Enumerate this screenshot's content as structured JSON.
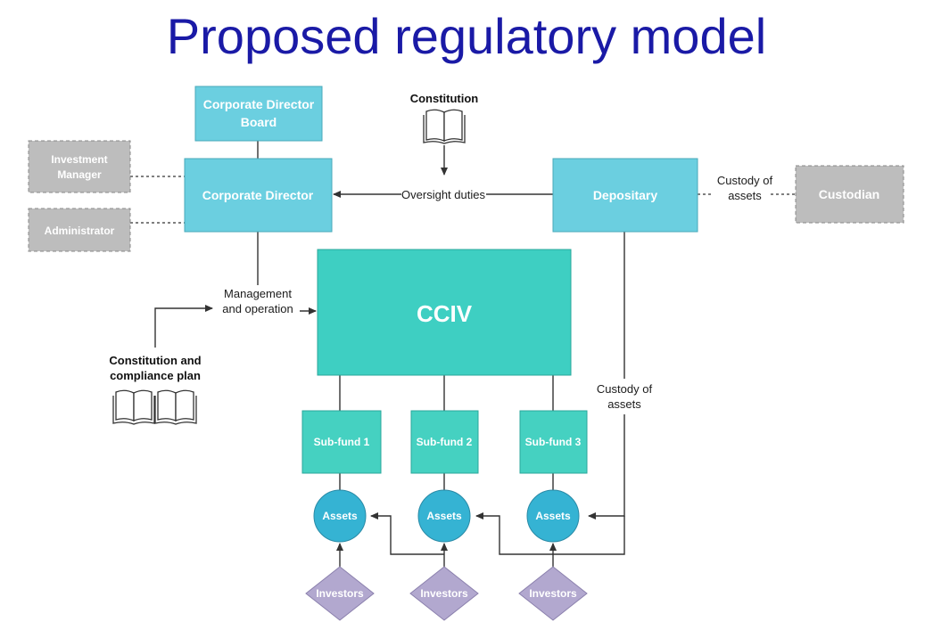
{
  "title": "Proposed regulatory model",
  "colors": {
    "title": "#1a1aa6",
    "light_blue": "#6bcfe0",
    "teal": "#3ecfc2",
    "teal_sub": "#45d1c1",
    "asset": "#35b3d3",
    "investor": "#b2a8cf",
    "grey": "#bdbdbd"
  },
  "nodes": {
    "corporate_director_board": {
      "line1": "Corporate Director",
      "line2": "Board"
    },
    "corporate_director": "Corporate Director",
    "investment_manager": {
      "line1": "Investment",
      "line2": "Manager"
    },
    "administrator": "Administrator",
    "depositary": "Depositary",
    "custodian": "Custodian",
    "cciv": "CCIV",
    "subfunds": [
      "Sub-fund 1",
      "Sub-fund 2",
      "Sub-fund 3"
    ],
    "assets": [
      "Assets",
      "Assets",
      "Assets"
    ],
    "investors": [
      "Investors",
      "Investors",
      "Investors"
    ]
  },
  "labels": {
    "constitution": "Constitution",
    "oversight": "Oversight duties",
    "custody_top": {
      "line1": "Custody of",
      "line2": "assets"
    },
    "management": {
      "line1": "Management",
      "line2": "and operation"
    },
    "constitution_plan": {
      "line1": "Constitution and",
      "line2": "compliance plan"
    },
    "custody_right": {
      "line1": "Custody of",
      "line2": "assets"
    }
  },
  "icons": [
    "book-icon",
    "book-icon",
    "book-icon"
  ]
}
